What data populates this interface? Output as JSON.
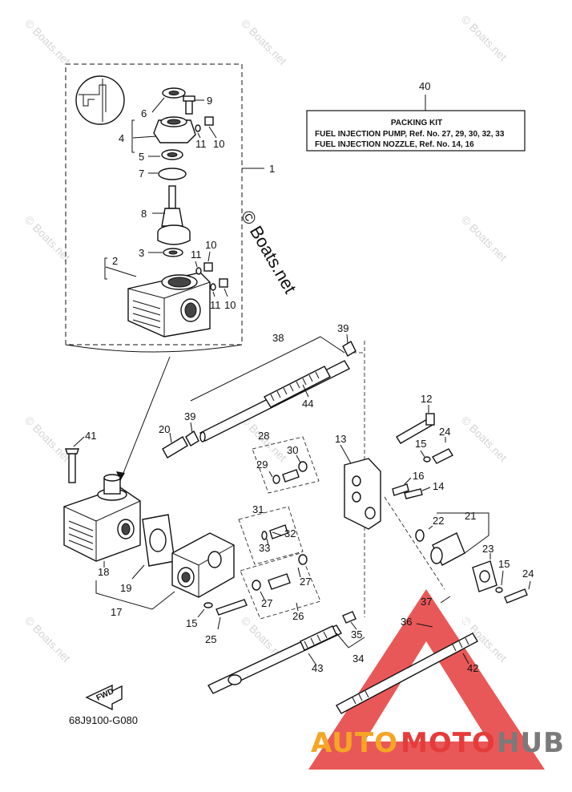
{
  "diagram": {
    "part_code": "68J9100-G080",
    "fwd_label": "FWD",
    "watermark_text": "© Boats.net",
    "callouts": [
      "1",
      "2",
      "3",
      "4",
      "5",
      "6",
      "7",
      "8",
      "9",
      "10",
      "10",
      "10",
      "11",
      "11",
      "11",
      "12",
      "13",
      "14",
      "15",
      "15",
      "15",
      "16",
      "17",
      "18",
      "19",
      "20",
      "21",
      "22",
      "23",
      "24",
      "24",
      "25",
      "26",
      "27",
      "27",
      "28",
      "29",
      "30",
      "31",
      "32",
      "33",
      "34",
      "35",
      "36",
      "37",
      "38",
      "39",
      "39",
      "40",
      "41",
      "42",
      "43",
      "44"
    ]
  },
  "packing_kit": {
    "number": "40",
    "title": "PACKING KIT",
    "line1": "FUEL INJECTION PUMP,  Ref. No. 27, 29, 30, 32, 33",
    "line2": "FUEL INJECTION NOZZLE,  Ref. No. 14, 16"
  },
  "brand": {
    "part1": "AUTO",
    "part2": "MOTO",
    "part3": "HUB",
    "colors": {
      "auto": "#f5a623",
      "moto": "#e53b3b",
      "hub": "#7a7a7a",
      "triangle": "#e53b3b"
    }
  }
}
